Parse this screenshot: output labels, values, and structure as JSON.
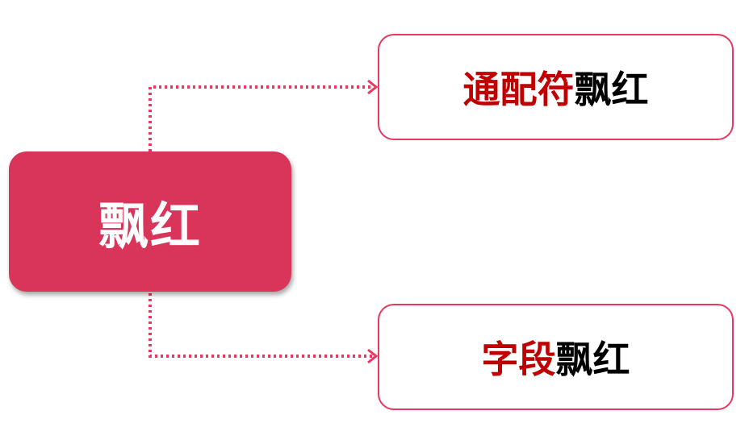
{
  "colors": {
    "main_fill": "#d9355a",
    "border": "#e8385f",
    "highlight_text": "#c00000",
    "plain_text": "#000000",
    "main_text": "#ffffff"
  },
  "main_node": {
    "label": "飘红"
  },
  "targets": [
    {
      "highlight": "通配符",
      "rest": "飘红"
    },
    {
      "highlight": "字段",
      "rest": "飘红"
    }
  ],
  "connectors": [
    {
      "from": "main_node",
      "to": "targets.0",
      "style": "dotted-arrow"
    },
    {
      "from": "main_node",
      "to": "targets.1",
      "style": "dotted-arrow"
    }
  ]
}
